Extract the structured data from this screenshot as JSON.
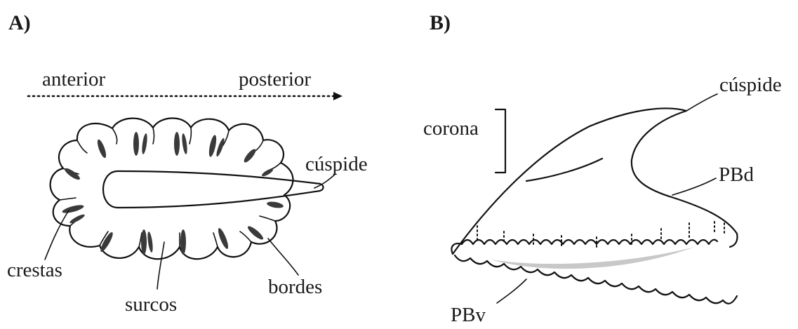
{
  "panels": {
    "a": {
      "label": "A)",
      "direction": {
        "from": "anterior",
        "to": "posterior"
      },
      "labels": {
        "cuspide": "cúspide",
        "crestas": "crestas",
        "surcos": "surcos",
        "bordes": "bordes"
      }
    },
    "b": {
      "label": "B)",
      "labels": {
        "corona": "corona",
        "cuspide": "cúspide",
        "pbd": "PBd",
        "pbv": "PBv"
      }
    }
  }
}
